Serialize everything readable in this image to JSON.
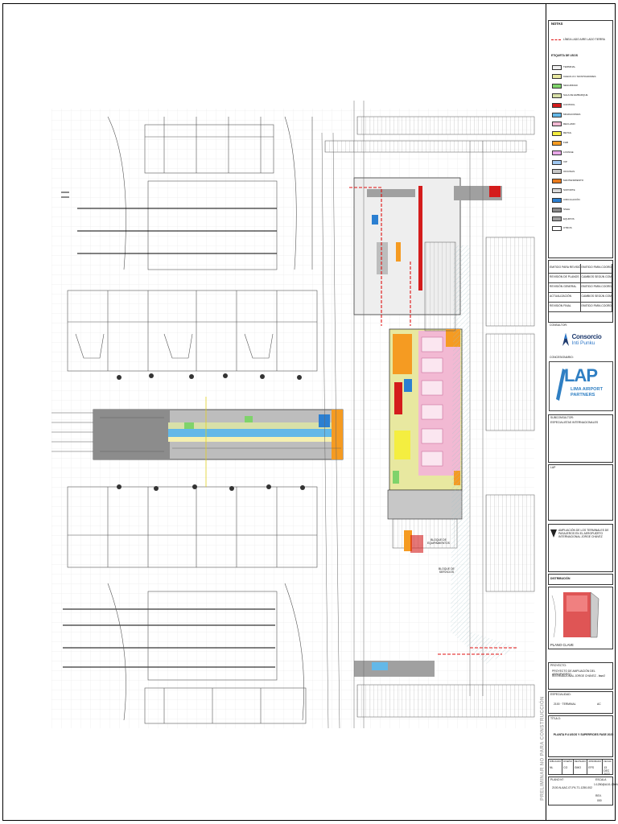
{
  "notes": {
    "heading": "NOTAS",
    "line_label": "LÍNEA LADO AIRE LADO TIERRA",
    "legend_title": "ETIQUETA DE USOS",
    "legend": [
      {
        "label": "TERMINAL",
        "color": "#f0f0f0"
      },
      {
        "label": "CHECK-IN / MOSTRADORES",
        "color": "#e8e8a0"
      },
      {
        "label": "SEGURIDAD",
        "color": "#7fd36b"
      },
      {
        "label": "SALA DE EMBARQUE",
        "color": "#d8e0a8"
      },
      {
        "label": "CONTROL",
        "color": "#d41c1c"
      },
      {
        "label": "MIGRACIONES",
        "color": "#63b8e8"
      },
      {
        "label": "RECLAMO",
        "color": "#f2b9d3"
      },
      {
        "label": "RETAIL",
        "color": "#f4ee40"
      },
      {
        "label": "F&B",
        "color": "#f59b22"
      },
      {
        "label": "LOUNGE",
        "color": "#e8a8e8"
      },
      {
        "label": "VIP",
        "color": "#9fc7f0"
      },
      {
        "label": "OFICINAS",
        "color": "#c7c7c7"
      },
      {
        "label": "MANTENIMIENTO",
        "color": "#e87a1c"
      },
      {
        "label": "SOPORTE",
        "color": "#d9d9d9"
      },
      {
        "label": "CIRCULACIÓN",
        "color": "#2b7fd1"
      },
      {
        "label": "SSHH",
        "color": "#8a8a8a"
      },
      {
        "label": "EQUIPOS",
        "color": "#a0a0a0"
      },
      {
        "label": "OTROS",
        "color": "#ffffff"
      }
    ]
  },
  "revisions": {
    "rows": [
      {
        "a": "EMITIDO PARA REVISIÓN",
        "b": "EMITIDO PARA COORDINACIÓN"
      },
      {
        "a": "REVISIÓN DE PLANOS",
        "b": "CAMBIOS SEGÚN COMENTARIOS"
      },
      {
        "a": "REVISIÓN GENERAL",
        "b": "EMITIDO PARA COORDINACIÓN"
      },
      {
        "a": "ACTUALIZACIÓN",
        "b": "CAMBIOS SEGÚN COMENTARIOS"
      },
      {
        "a": "REVISIÓN FINAL",
        "b": "EMITIDO PARA COORDINACIÓN"
      }
    ]
  },
  "consultant": {
    "label": "CONSULTOR:",
    "name_1": "Consorcio",
    "name_2": "Inti Punku"
  },
  "client": {
    "label": "CONCESIONARIO:",
    "brand": "LAP",
    "sub_1": "LIMA AIRPORT",
    "sub_2": "PARTNERS"
  },
  "subconsultant": {
    "label": "SUBCONSULTOR:",
    "name": "ESPECIALISTAS INTERNACIONALES"
  },
  "project_note": {
    "label": "AMPLIACIÓN DE LOS TERMINALES DE PASAJEROS EN EL AEROPUERTO INTERNACIONAL JORGE CHÁVEZ"
  },
  "section_header": "DISTRIBUCIÓN",
  "key_plan_label": "PLANO CLAVE",
  "project": {
    "label": "PROYECTO:",
    "title_1": "PROYECTO DE AMPLIACIÓN DEL AEROPUERTO",
    "title_2": "INTERNACIONAL JORGE CHÁVEZ - fase2"
  },
  "discipline": {
    "label": "ESPECIALIDAD:",
    "value": "2100 · TERMINAL",
    "area": "AC"
  },
  "drawing": {
    "label": "TÍTULO:",
    "title": "PLANTA P.4 USOS Y SUPERFICIES FASE 2025"
  },
  "meta": {
    "cells": [
      {
        "k": "DIBUJADO",
        "v": "NL"
      },
      {
        "k": "DISEÑO",
        "v": "CO"
      },
      {
        "k": "REVISADO",
        "v": "GMO"
      },
      {
        "k": "APROBADO",
        "v": "EFS"
      },
      {
        "k": "FECHA",
        "v": "13 DEC 2022"
      }
    ],
    "code_label": "PLANO N°:",
    "code": "2100-N-AAC-07-P4-T1-1250-002",
    "scale_label": "ESCALA",
    "scale": "1:1250@A1/1:2500@A3",
    "rev_label": "REV.",
    "rev": "000"
  },
  "stamp": "PRELIMINAR NO PARA CONSTRUCCIÓN",
  "plan": {
    "label_1": "BLOQUE DE",
    "label_1b": "EQUIPAMIENTOS",
    "label_2": "BLOQUE DE",
    "label_2b": "SERVICIOS"
  }
}
